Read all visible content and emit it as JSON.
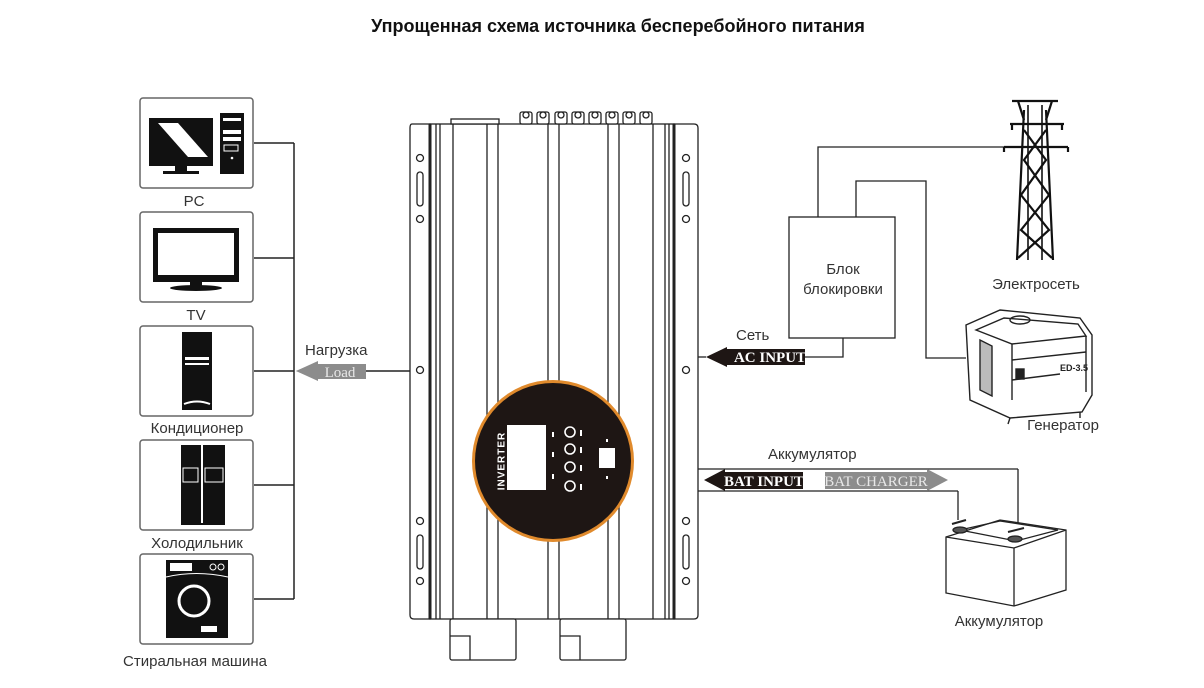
{
  "title": "Упрощенная схема источника бесперебойного питания",
  "loads": [
    {
      "label": "PC",
      "icon": "pc-icon"
    },
    {
      "label": "TV",
      "icon": "tv-icon"
    },
    {
      "label": "Кондиционер",
      "icon": "air-conditioner-icon"
    },
    {
      "label": "Холодильник",
      "icon": "refrigerator-icon"
    },
    {
      "label": "Стиральная машина",
      "icon": "washing-machine-icon"
    }
  ],
  "load": {
    "label": "Нагрузка",
    "tag": "Load"
  },
  "inverter": {
    "panel_text": "INVERTER",
    "accent": "#e08a2c",
    "panel_color": "#1e1614"
  },
  "ac_input": {
    "label": "Сеть",
    "tag": "AC INPUT"
  },
  "lock_block": {
    "line1": "Блок",
    "line2": "блокировки"
  },
  "grid": {
    "label": "Электросеть",
    "icon": "power-tower-icon"
  },
  "generator": {
    "label": "Генератор",
    "icon": "generator-icon"
  },
  "battery_link": {
    "label": "Аккумулятор",
    "input_tag": "BAT INPUT",
    "charger_tag": "BAT CHARGER"
  },
  "battery": {
    "label": "Аккумулятор",
    "icon": "battery-icon"
  }
}
